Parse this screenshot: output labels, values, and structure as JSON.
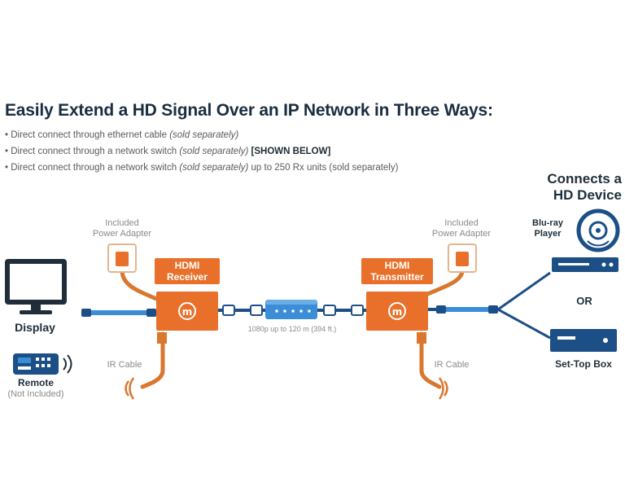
{
  "heading": "Easily Extend a HD Signal Over an IP Network in Three Ways:",
  "bullets": [
    {
      "main": "• Direct connect through ethernet cable ",
      "italic": "(sold separately)",
      "extra": ""
    },
    {
      "main": "• Direct connect through a network switch ",
      "italic": "(sold separately)",
      "extra": " [SHOWN BELOW]"
    },
    {
      "main": "• Direct connect through a network switch ",
      "italic": "(sold separately)",
      "extra": " up to 250 Rx units (sold separately)"
    }
  ],
  "connects": {
    "line1": "Connects a",
    "line2": "HD Device"
  },
  "left": {
    "power_adapter": {
      "line1": "Included",
      "line2": "Power Adapter"
    },
    "display": "Display",
    "remote": "Remote",
    "remote_note": "(Not Included)",
    "ir_cable": "IR Cable",
    "unit": {
      "line1": "HDMI",
      "line2": "Receiver"
    }
  },
  "right": {
    "power_adapter": {
      "line1": "Included",
      "line2": "Power Adapter"
    },
    "ir_cable": "IR Cable",
    "unit": {
      "line1": "HDMI",
      "line2": "Transmitter"
    }
  },
  "switch_note": "1080p up to 120 m (394 ft.)",
  "devices": {
    "bluray": {
      "line1": "Blu-ray",
      "line2": "Player"
    },
    "or": "OR",
    "settop": "Set-Top Box"
  },
  "colors": {
    "orange": "#e8702a",
    "blue_dark": "#1c4f86",
    "blue_light": "#3b8dd8",
    "cable_orange": "#d9772f",
    "navy": "#1f2e3a"
  },
  "icons": [
    "monitor-icon",
    "remote-icon",
    "signal-waves-icon",
    "power-adapter-icon",
    "logo-m-icon",
    "network-switch-icon",
    "disc-icon",
    "bluray-player-icon",
    "settop-box-icon",
    "rj45-connector-icon"
  ]
}
